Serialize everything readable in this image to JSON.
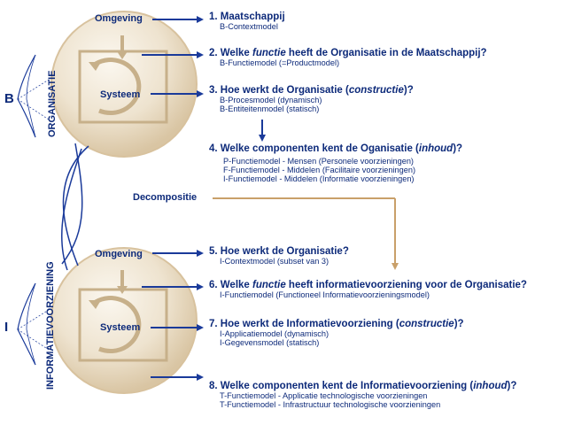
{
  "left": {
    "b_letter": "B",
    "b_vertical": "ORGANISATIE",
    "i_letter": "I",
    "i_vertical": "INFORMATIEVOORZIENING"
  },
  "top_cluster": {
    "omgeving": "Omgeving",
    "systeem": "Systeem"
  },
  "bottom_cluster": {
    "omgeving": "Omgeving",
    "systeem": "Systeem"
  },
  "decompositie": "Decompositie",
  "items": [
    {
      "pre": "1. Maatschappij",
      "em": "",
      "post": "",
      "subs": [
        "B-Contextmodel"
      ]
    },
    {
      "pre": "2. Welke ",
      "em": "functie",
      "post": " heeft de Organisatie in de Maatschappij?",
      "subs": [
        "B-Functiemodel (=Productmodel)"
      ]
    },
    {
      "pre": "3. Hoe werkt de Organisatie (",
      "em": "constructie",
      "post": ")?",
      "subs": [
        "B-Procesmodel (dynamisch)",
        "B-Entiteitenmodel (statisch)"
      ]
    },
    {
      "pre": "4. Welke componenten kent de Oganisatie (",
      "em": "inhoud",
      "post": ")?",
      "subs": [
        "P-Functiemodel - Mensen (Personele voorzieningen)",
        "F-Functiemodel - Middelen (Facilitaire voorzieningen)",
        "I-Functiemodel  - Middelen (Informatie voorzieningen)"
      ]
    },
    {
      "pre": "5. Hoe werkt de Organisatie?",
      "em": "",
      "post": "",
      "subs": [
        "I-Contextmodel (subset van 3)"
      ]
    },
    {
      "pre": "6. Welke ",
      "em": "functie",
      "post": " heeft informatievoorziening voor de Organisatie?",
      "subs": [
        "I-Functiemodel (Functioneel Informatievoorzieningsmodel)"
      ]
    },
    {
      "pre": "7. Hoe werkt de Informatievoorziening (",
      "em": "constructie",
      "post": ")?",
      "subs": [
        "I-Applicatiemodel (dynamisch)",
        "I-Gegevensmodel (statisch)"
      ]
    },
    {
      "pre": "8. Welke componenten kent de Informatievoorziening (",
      "em": "inhoud",
      "post": ")?",
      "subs": [
        "T-Functiemodel - Applicatie technologische voorzieningen",
        "T-Functiemodel - Infrastructuur technologische voorzieningen"
      ]
    }
  ],
  "colors": {
    "text": "#0d2a7a",
    "arrow": "#1a3a9a",
    "decomp_line": "#c9a06a",
    "sphere": "#e9dcc6"
  }
}
